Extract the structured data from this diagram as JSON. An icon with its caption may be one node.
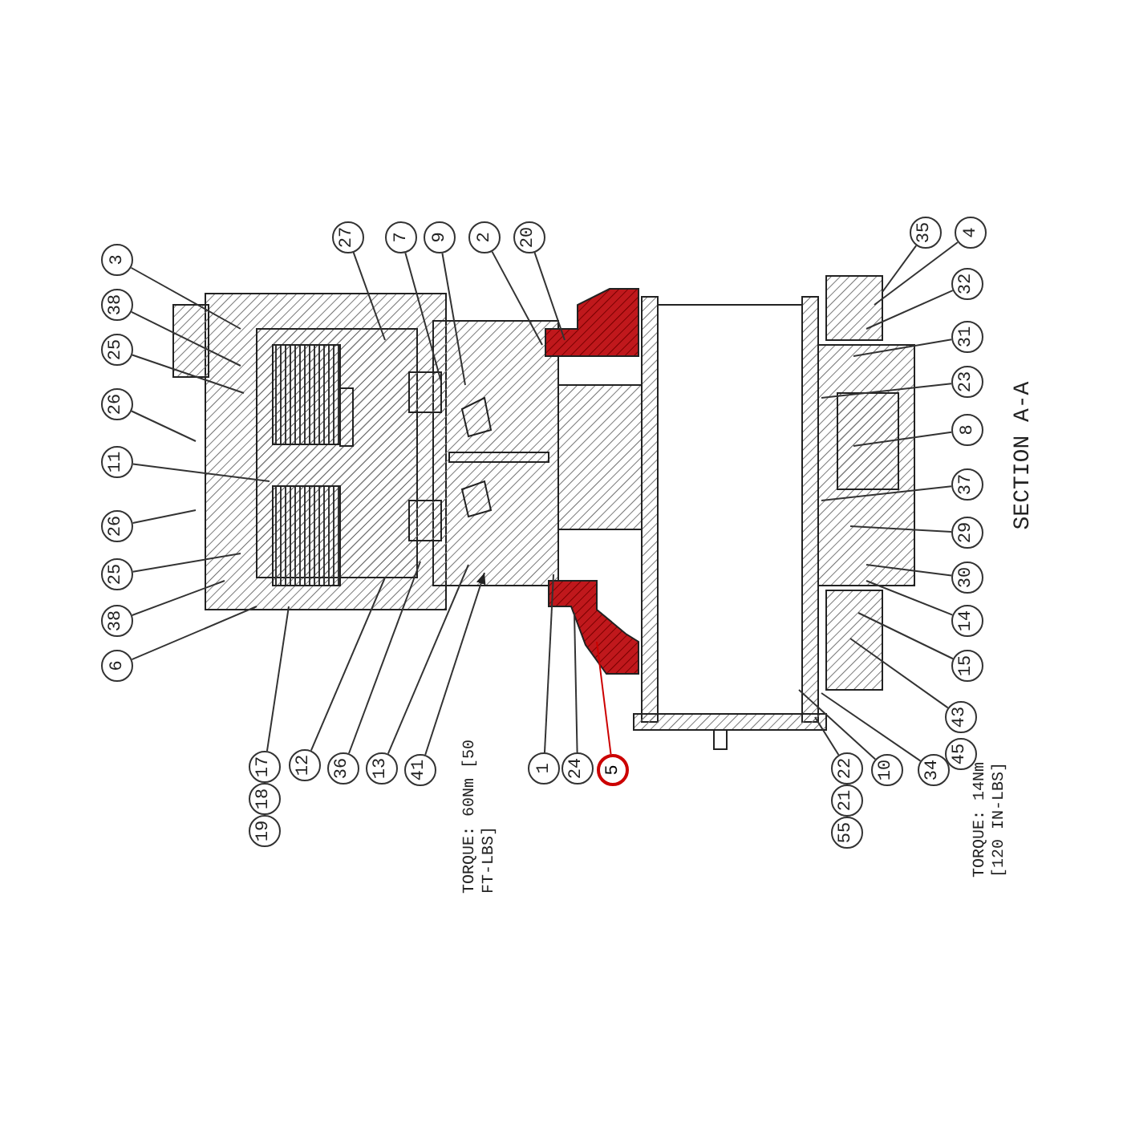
{
  "diagram": {
    "nodes": [
      {
        "text": [
          "3"
        ]
      },
      {
        "text": [
          "38"
        ]
      },
      {
        "text": [
          "25"
        ]
      },
      {
        "text": [
          "26"
        ]
      },
      {
        "text": [
          "11"
        ]
      },
      {
        "text": [
          "26"
        ]
      },
      {
        "text": [
          "25"
        ]
      },
      {
        "text": [
          "38"
        ]
      },
      {
        "text": [
          "6"
        ]
      },
      {
        "text": [
          "27"
        ]
      },
      {
        "text": [
          "7"
        ]
      },
      {
        "text": [
          "9"
        ]
      },
      {
        "text": [
          "2"
        ]
      },
      {
        "text": [
          "20"
        ]
      },
      {
        "text": [
          "35"
        ]
      },
      {
        "text": [
          "4"
        ]
      },
      {
        "text": [
          "32"
        ]
      },
      {
        "text": [
          "31"
        ]
      },
      {
        "text": [
          "23"
        ]
      },
      {
        "text": [
          "8"
        ]
      },
      {
        "text": [
          "37"
        ]
      },
      {
        "text": [
          "29"
        ]
      },
      {
        "text": [
          "30"
        ]
      },
      {
        "text": [
          "14"
        ]
      },
      {
        "text": [
          "15"
        ]
      },
      {
        "text": [
          "43"
        ]
      },
      {
        "text": [
          "45"
        ]
      },
      {
        "text": [
          "34"
        ]
      },
      {
        "text": [
          "10"
        ]
      },
      {
        "text": [
          "22"
        ]
      },
      {
        "text": [
          "21"
        ]
      },
      {
        "text": [
          "55"
        ]
      },
      {
        "text": [
          "5"
        ]
      },
      {
        "text": [
          "24"
        ]
      },
      {
        "text": [
          "1"
        ]
      },
      {
        "text": [
          "41"
        ]
      },
      {
        "text": [
          "13"
        ]
      },
      {
        "text": [
          "36"
        ]
      },
      {
        "text": [
          "12"
        ]
      },
      {
        "text": [
          "17"
        ]
      },
      {
        "text": [
          "18"
        ]
      },
      {
        "text": [
          "19"
        ]
      }
    ],
    "edges": [
      {
        "from": 0,
        "to": null,
        "arrow": "none"
      },
      {
        "from": 1,
        "to": null,
        "arrow": "none"
      },
      {
        "from": 2,
        "to": null,
        "arrow": "none"
      },
      {
        "from": 3,
        "to": null,
        "arrow": "none"
      },
      {
        "from": 4,
        "to": null,
        "arrow": "none"
      },
      {
        "from": 5,
        "to": null,
        "arrow": "none"
      },
      {
        "from": 6,
        "to": null,
        "arrow": "none"
      },
      {
        "from": 7,
        "to": null,
        "arrow": "none"
      },
      {
        "from": 8,
        "to": null,
        "arrow": "none"
      },
      {
        "from": 9,
        "to": null,
        "arrow": "none"
      },
      {
        "from": 10,
        "to": null,
        "arrow": "none"
      },
      {
        "from": 11,
        "to": null,
        "arrow": "none"
      },
      {
        "from": 12,
        "to": null,
        "arrow": "none"
      },
      {
        "from": 13,
        "to": null,
        "arrow": "none"
      },
      {
        "from": 14,
        "to": null,
        "arrow": "none"
      },
      {
        "from": 15,
        "to": null,
        "arrow": "none"
      },
      {
        "from": 16,
        "to": null,
        "arrow": "none"
      },
      {
        "from": 17,
        "to": null,
        "arrow": "none"
      },
      {
        "from": 18,
        "to": null,
        "arrow": "none"
      },
      {
        "from": 19,
        "to": null,
        "arrow": "none"
      },
      {
        "from": 20,
        "to": null,
        "arrow": "none"
      },
      {
        "from": 21,
        "to": null,
        "arrow": "none"
      },
      {
        "from": 22,
        "to": null,
        "arrow": "none"
      },
      {
        "from": 23,
        "to": null,
        "arrow": "none"
      },
      {
        "from": 24,
        "to": null,
        "arrow": "none"
      },
      {
        "from": 25,
        "to": null,
        "arrow": "none"
      },
      {
        "from": 27,
        "to": null,
        "arrow": "none"
      },
      {
        "from": 28,
        "to": null,
        "arrow": "none"
      },
      {
        "from": 29,
        "to": null,
        "arrow": "none"
      },
      {
        "from": 32,
        "to": null,
        "arrow": "none",
        "color": "#cc0000"
      },
      {
        "from": 33,
        "to": null,
        "arrow": "none"
      },
      {
        "from": 34,
        "to": null,
        "arrow": "none"
      },
      {
        "from": 35,
        "to": null,
        "arrow": "to"
      },
      {
        "from": 36,
        "to": null,
        "arrow": "none"
      },
      {
        "from": 37,
        "to": null,
        "arrow": "none"
      },
      {
        "from": 38,
        "to": null,
        "arrow": "none"
      },
      {
        "from": 39,
        "to": null,
        "arrow": "none"
      }
    ],
    "labels": [
      "TORQUE: 60Nm [50 FT-LBS]",
      "TORQUE: 14Nm [120 IN-LBS]",
      "SECTION A-A"
    ]
  }
}
